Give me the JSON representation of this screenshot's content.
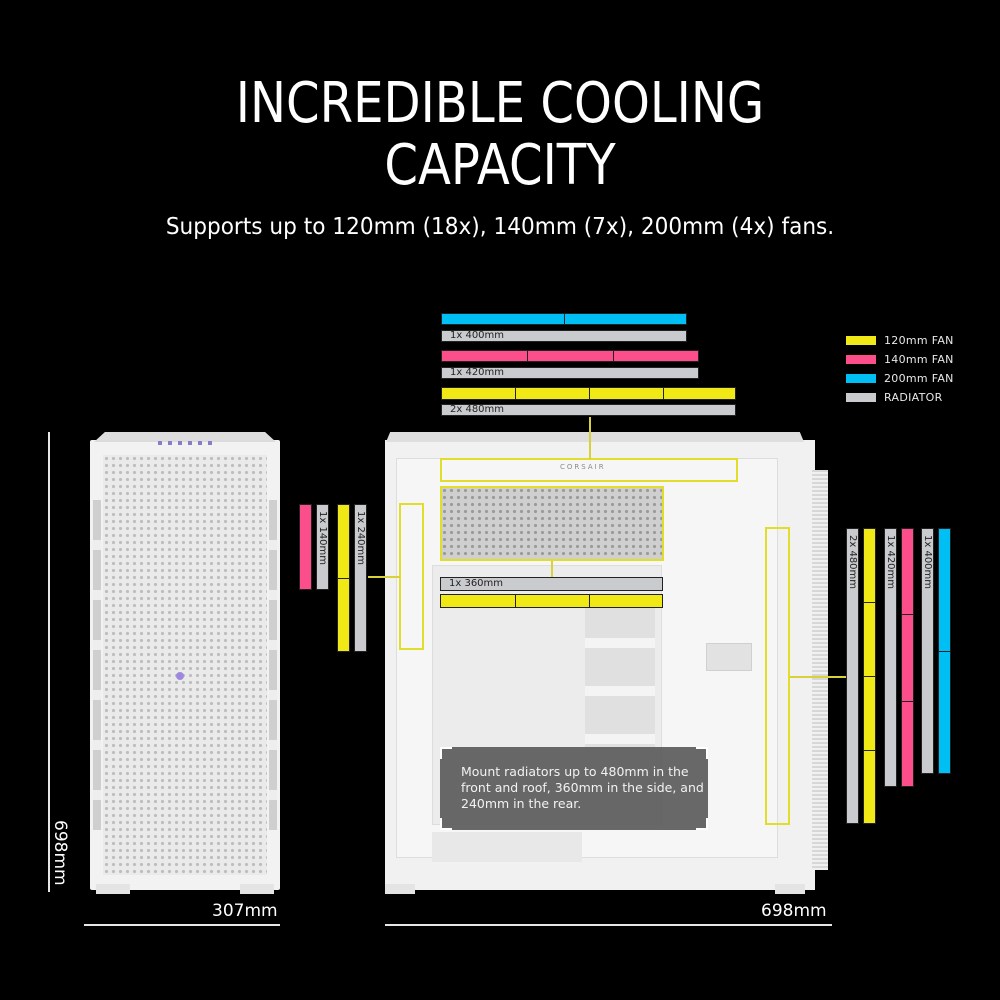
{
  "header": {
    "title_line1": "INCREDIBLE COOLING",
    "title_line2": "CAPACITY",
    "subtitle": "Supports up to 120mm (18x), 140mm (7x), 200mm (4x) fans."
  },
  "legend": {
    "items": [
      {
        "label": "120mm FAN",
        "color": "#f0e916"
      },
      {
        "label": "140mm FAN",
        "color": "#fd4e8c"
      },
      {
        "label": "200mm FAN",
        "color": "#00bff5"
      },
      {
        "label": "RADIATOR",
        "color": "#c9cbce"
      }
    ]
  },
  "top_mount": {
    "rows": [
      {
        "fan_type": "200mm",
        "fans": 2,
        "radiator_label": "1x 400mm"
      },
      {
        "fan_type": "140mm",
        "fans": 3,
        "radiator_label": "1x 420mm"
      },
      {
        "fan_type": "120mm",
        "fans": 4,
        "radiator_label": "2x 480mm"
      }
    ]
  },
  "side_mount": {
    "radiator_label": "1x 360mm",
    "fan_type": "120mm",
    "fans": 3
  },
  "rear_mount": {
    "rows": [
      {
        "fan_type": "140mm",
        "fans": 1,
        "radiator_label": "1x 140mm"
      },
      {
        "fan_type": "120mm",
        "fans": 2,
        "radiator_label": "1x 240mm"
      }
    ]
  },
  "front_mount": {
    "rows": [
      {
        "fan_type": "120mm",
        "fans": 4,
        "radiator_label": "2x 480mm"
      },
      {
        "fan_type": "140mm",
        "fans": 3,
        "radiator_label": "1x 420mm"
      },
      {
        "fan_type": "200mm",
        "fans": 2,
        "radiator_label": "1x 400mm"
      }
    ]
  },
  "case_brand": "CORSAIR",
  "tooltip": {
    "text": "Mount radiators up to 480mm in the front and roof, 360mm in the side, and 240mm in the rear."
  },
  "dimensions": {
    "front_height": "698mm",
    "front_width": "307mm",
    "side_depth": "698mm"
  }
}
